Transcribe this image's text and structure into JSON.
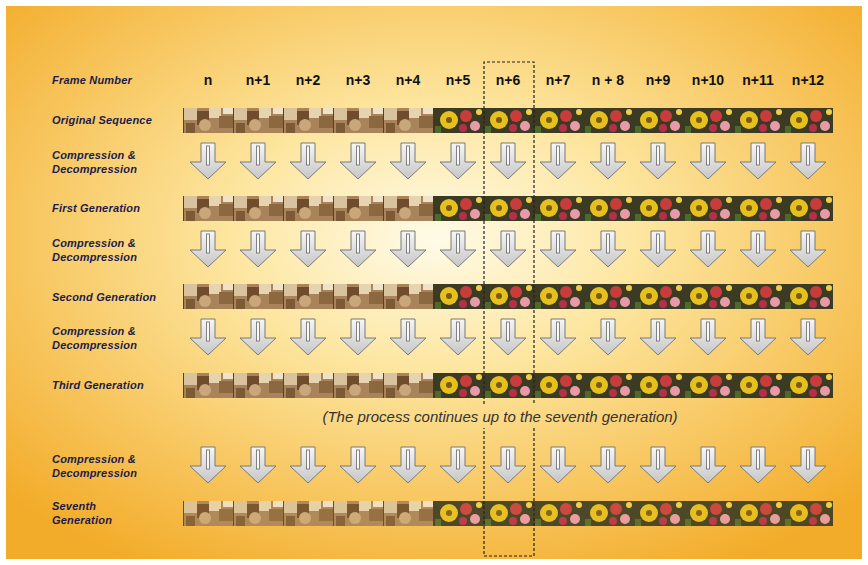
{
  "diagram": {
    "labels": [
      "Frame Number",
      "n",
      "n+1",
      "n+2",
      "n+3",
      "n+4",
      "n+5",
      "n+6",
      "n+7",
      "n + 8",
      "n+9",
      "n+10",
      "n+11",
      "n+12",
      "Original Sequence",
      "Compression & Decompression",
      "First Generation",
      "Compression & Decompression",
      "Second Generation",
      "Compression & Decompression",
      "Third Generation",
      "(The process continues up to the seventh generation)",
      "Compression & Decompression",
      "Seventh Generation"
    ]
  }
}
